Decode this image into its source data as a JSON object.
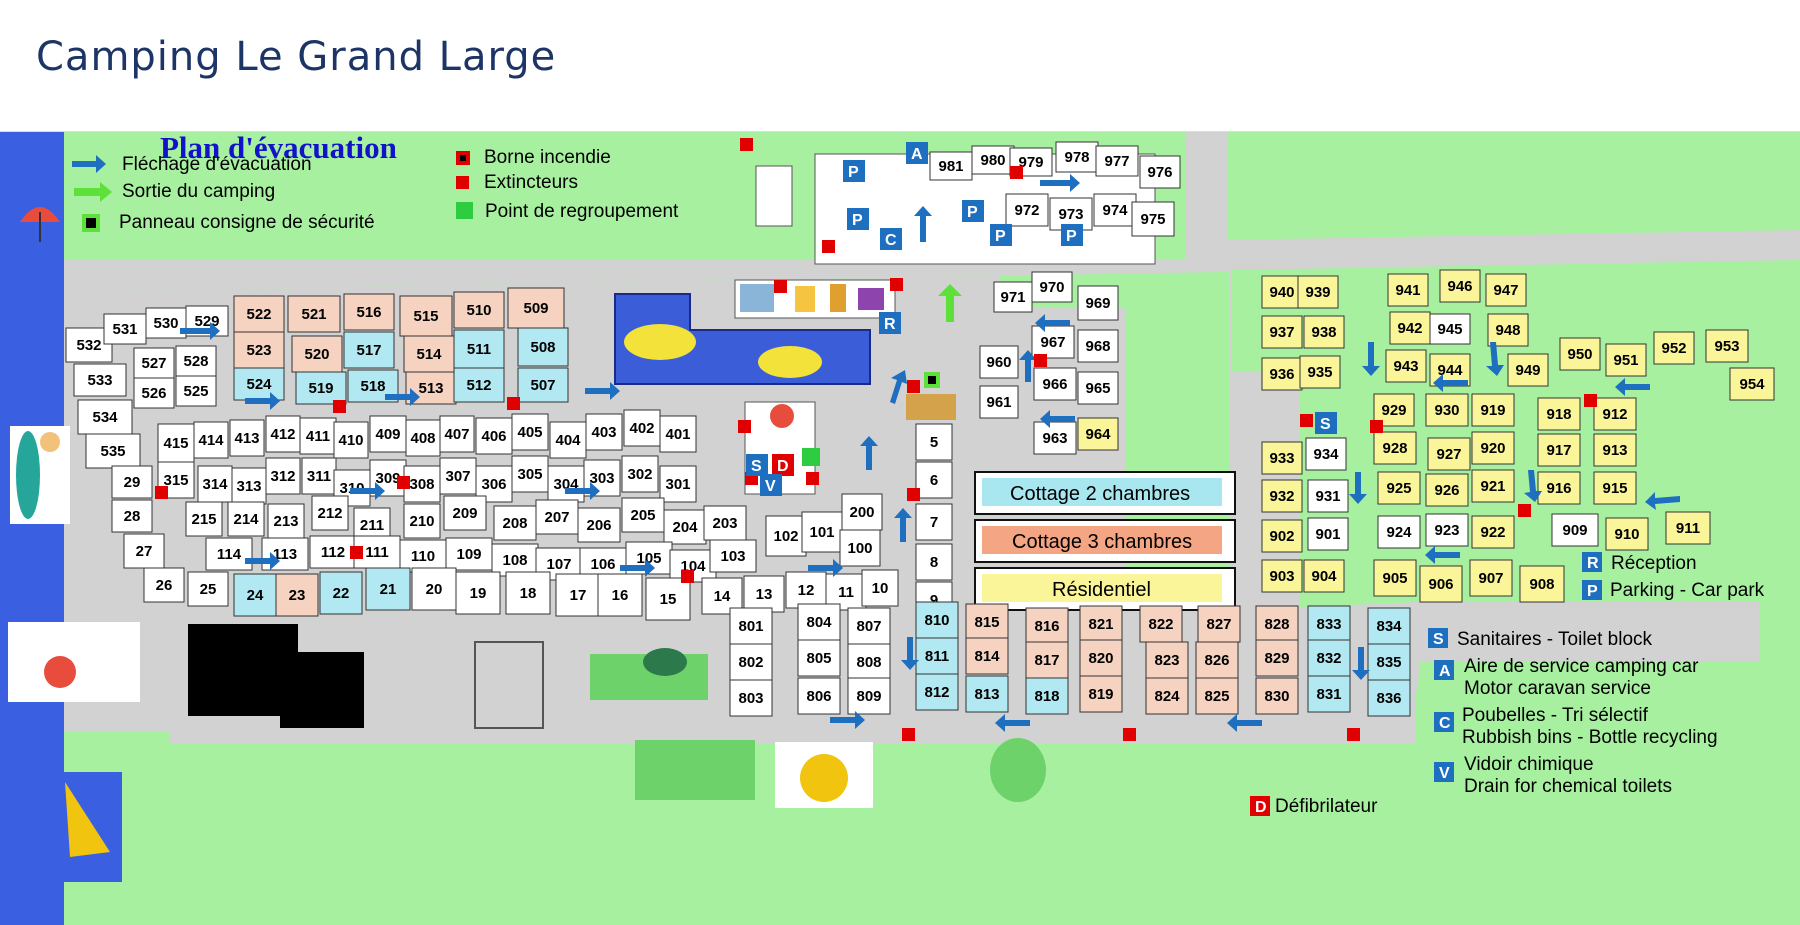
{
  "header": {
    "title": "Camping Le Grand Large"
  },
  "legend": {
    "title": "Plan d'évacuation",
    "items_left": [
      {
        "label": "Fléchage d'évacuation",
        "icon": "blue-arrow-icon"
      },
      {
        "label": "Sortie du camping",
        "icon": "green-arrow-icon"
      },
      {
        "label": "Panneau consigne de sécurité",
        "icon": "security-sign-icon"
      }
    ],
    "items_right": [
      {
        "label": "Borne incendie",
        "icon": "fire-hydrant-icon"
      },
      {
        "label": "Extincteurs",
        "icon": "extinguisher-icon"
      },
      {
        "label": "Point de regroupement",
        "icon": "assembly-point-icon"
      }
    ]
  },
  "categories": [
    {
      "label": "Cottage 2 chambres",
      "color": "#a8e6f0"
    },
    {
      "label": "Cottage 3 chambres",
      "color": "#f4a583"
    },
    {
      "label": "Résidentiel",
      "color": "#fbf59a"
    }
  ],
  "services": [
    {
      "letter": "R",
      "label": "Réception"
    },
    {
      "letter": "P",
      "label": "Parking - Car park"
    },
    {
      "letter": "S",
      "label": "Sanitaires - Toilet block"
    },
    {
      "letter": "A",
      "label": "Aire de service camping car",
      "label2": "Motor caravan service"
    },
    {
      "letter": "C",
      "label": "Poubelles - Tri sélectif",
      "label2": "Rubbish bins - Bottle recycling"
    },
    {
      "letter": "V",
      "label": "Vidoir chimique",
      "label2": "Drain for chemical toilets"
    },
    {
      "letter": "D",
      "label": "Défibrilateur"
    }
  ],
  "colors": {
    "grass": "#a7f0a0",
    "road": "#d2d2d2",
    "sea": "#3a5fe0",
    "pool": "#3b5ed8",
    "cottage2": "#b2e8f2",
    "cottage3": "#f5d3c0",
    "residential": "#fbf59a",
    "service_blue": "#1e6fc0",
    "hydrant_red": "#e00000",
    "arrow_blue": "#1e6fc0",
    "arrow_green": "#5ee03a"
  },
  "pitches": [
    {
      "n": "532",
      "c": "w"
    },
    {
      "n": "531",
      "c": "w"
    },
    {
      "n": "530",
      "c": "w"
    },
    {
      "n": "529",
      "c": "w"
    },
    {
      "n": "533",
      "c": "w"
    },
    {
      "n": "534",
      "c": "w"
    },
    {
      "n": "535",
      "c": "w"
    },
    {
      "n": "527",
      "c": "w"
    },
    {
      "n": "528",
      "c": "w"
    },
    {
      "n": "526",
      "c": "w"
    },
    {
      "n": "525",
      "c": "w"
    },
    {
      "n": "522",
      "c": "o"
    },
    {
      "n": "521",
      "c": "o"
    },
    {
      "n": "516",
      "c": "o"
    },
    {
      "n": "515",
      "c": "o"
    },
    {
      "n": "510",
      "c": "o"
    },
    {
      "n": "509",
      "c": "o"
    },
    {
      "n": "523",
      "c": "o"
    },
    {
      "n": "520",
      "c": "o"
    },
    {
      "n": "517",
      "c": "b"
    },
    {
      "n": "514",
      "c": "o"
    },
    {
      "n": "511",
      "c": "b"
    },
    {
      "n": "508",
      "c": "b"
    },
    {
      "n": "524",
      "c": "b"
    },
    {
      "n": "519",
      "c": "b"
    },
    {
      "n": "518",
      "c": "b"
    },
    {
      "n": "513",
      "c": "o"
    },
    {
      "n": "512",
      "c": "b"
    },
    {
      "n": "507",
      "c": "b"
    },
    {
      "n": "415",
      "c": "w"
    },
    {
      "n": "414",
      "c": "w"
    },
    {
      "n": "413",
      "c": "w"
    },
    {
      "n": "412",
      "c": "w"
    },
    {
      "n": "411",
      "c": "w"
    },
    {
      "n": "410",
      "c": "w"
    },
    {
      "n": "409",
      "c": "w"
    },
    {
      "n": "408",
      "c": "w"
    },
    {
      "n": "407",
      "c": "w"
    },
    {
      "n": "406",
      "c": "w"
    },
    {
      "n": "405",
      "c": "w"
    },
    {
      "n": "404",
      "c": "w"
    },
    {
      "n": "403",
      "c": "w"
    },
    {
      "n": "402",
      "c": "w"
    },
    {
      "n": "401",
      "c": "w"
    },
    {
      "n": "315",
      "c": "w"
    },
    {
      "n": "314",
      "c": "w"
    },
    {
      "n": "313",
      "c": "w"
    },
    {
      "n": "312",
      "c": "w"
    },
    {
      "n": "311",
      "c": "w"
    },
    {
      "n": "310",
      "c": "w"
    },
    {
      "n": "309",
      "c": "w"
    },
    {
      "n": "308",
      "c": "w"
    },
    {
      "n": "307",
      "c": "w"
    },
    {
      "n": "306",
      "c": "w"
    },
    {
      "n": "305",
      "c": "w"
    },
    {
      "n": "304",
      "c": "w"
    },
    {
      "n": "303",
      "c": "w"
    },
    {
      "n": "302",
      "c": "w"
    },
    {
      "n": "301",
      "c": "w"
    },
    {
      "n": "29",
      "c": "w"
    },
    {
      "n": "28",
      "c": "w"
    },
    {
      "n": "27",
      "c": "w"
    },
    {
      "n": "26",
      "c": "w"
    },
    {
      "n": "25",
      "c": "w"
    },
    {
      "n": "215",
      "c": "w"
    },
    {
      "n": "214",
      "c": "w"
    },
    {
      "n": "213",
      "c": "w"
    },
    {
      "n": "212",
      "c": "w"
    },
    {
      "n": "211",
      "c": "w"
    },
    {
      "n": "210",
      "c": "w"
    },
    {
      "n": "209",
      "c": "w"
    },
    {
      "n": "208",
      "c": "w"
    },
    {
      "n": "207",
      "c": "w"
    },
    {
      "n": "206",
      "c": "w"
    },
    {
      "n": "205",
      "c": "w"
    },
    {
      "n": "204",
      "c": "w"
    },
    {
      "n": "203",
      "c": "w"
    },
    {
      "n": "114",
      "c": "w"
    },
    {
      "n": "113",
      "c": "w"
    },
    {
      "n": "112",
      "c": "w"
    },
    {
      "n": "111",
      "c": "w"
    },
    {
      "n": "110",
      "c": "w"
    },
    {
      "n": "109",
      "c": "w"
    },
    {
      "n": "108",
      "c": "w"
    },
    {
      "n": "107",
      "c": "w"
    },
    {
      "n": "106",
      "c": "w"
    },
    {
      "n": "105",
      "c": "w"
    },
    {
      "n": "104",
      "c": "w"
    },
    {
      "n": "103",
      "c": "w"
    },
    {
      "n": "24",
      "c": "b"
    },
    {
      "n": "23",
      "c": "o"
    },
    {
      "n": "22",
      "c": "b"
    },
    {
      "n": "21",
      "c": "b"
    },
    {
      "n": "20",
      "c": "w"
    },
    {
      "n": "19",
      "c": "w"
    },
    {
      "n": "18",
      "c": "w"
    },
    {
      "n": "17",
      "c": "w"
    },
    {
      "n": "16",
      "c": "w"
    },
    {
      "n": "15",
      "c": "w"
    },
    {
      "n": "102",
      "c": "w"
    },
    {
      "n": "101",
      "c": "w"
    },
    {
      "n": "100",
      "c": "w"
    },
    {
      "n": "200",
      "c": "w"
    },
    {
      "n": "14",
      "c": "w"
    },
    {
      "n": "13",
      "c": "w"
    },
    {
      "n": "12",
      "c": "w"
    },
    {
      "n": "11",
      "c": "w"
    },
    {
      "n": "10",
      "c": "w"
    },
    {
      "n": "5",
      "c": "w"
    },
    {
      "n": "6",
      "c": "w"
    },
    {
      "n": "7",
      "c": "w"
    },
    {
      "n": "8",
      "c": "w"
    },
    {
      "n": "9",
      "c": "w"
    },
    {
      "n": "801",
      "c": "w"
    },
    {
      "n": "802",
      "c": "w"
    },
    {
      "n": "803",
      "c": "w"
    },
    {
      "n": "804",
      "c": "w"
    },
    {
      "n": "805",
      "c": "w"
    },
    {
      "n": "806",
      "c": "w"
    },
    {
      "n": "807",
      "c": "w"
    },
    {
      "n": "808",
      "c": "w"
    },
    {
      "n": "809",
      "c": "w"
    },
    {
      "n": "810",
      "c": "b"
    },
    {
      "n": "811",
      "c": "b"
    },
    {
      "n": "812",
      "c": "b"
    },
    {
      "n": "815",
      "c": "o"
    },
    {
      "n": "814",
      "c": "o"
    },
    {
      "n": "813",
      "c": "b"
    },
    {
      "n": "816",
      "c": "o"
    },
    {
      "n": "817",
      "c": "o"
    },
    {
      "n": "818",
      "c": "b"
    },
    {
      "n": "821",
      "c": "o"
    },
    {
      "n": "820",
      "c": "o"
    },
    {
      "n": "819",
      "c": "o"
    },
    {
      "n": "822",
      "c": "o"
    },
    {
      "n": "823",
      "c": "o"
    },
    {
      "n": "824",
      "c": "o"
    },
    {
      "n": "827",
      "c": "o"
    },
    {
      "n": "826",
      "c": "o"
    },
    {
      "n": "825",
      "c": "o"
    },
    {
      "n": "828",
      "c": "o"
    },
    {
      "n": "829",
      "c": "o"
    },
    {
      "n": "830",
      "c": "o"
    },
    {
      "n": "833",
      "c": "b"
    },
    {
      "n": "832",
      "c": "b"
    },
    {
      "n": "831",
      "c": "b"
    },
    {
      "n": "834",
      "c": "b"
    },
    {
      "n": "835",
      "c": "b"
    },
    {
      "n": "836",
      "c": "b"
    },
    {
      "n": "981",
      "c": "w"
    },
    {
      "n": "980",
      "c": "w"
    },
    {
      "n": "979",
      "c": "w"
    },
    {
      "n": "978",
      "c": "w"
    },
    {
      "n": "977",
      "c": "w"
    },
    {
      "n": "976",
      "c": "w"
    },
    {
      "n": "972",
      "c": "w"
    },
    {
      "n": "973",
      "c": "w"
    },
    {
      "n": "974",
      "c": "w"
    },
    {
      "n": "975",
      "c": "w"
    },
    {
      "n": "971",
      "c": "w"
    },
    {
      "n": "970",
      "c": "w"
    },
    {
      "n": "969",
      "c": "w"
    },
    {
      "n": "967",
      "c": "w"
    },
    {
      "n": "968",
      "c": "w"
    },
    {
      "n": "960",
      "c": "w"
    },
    {
      "n": "961",
      "c": "w"
    },
    {
      "n": "966",
      "c": "w"
    },
    {
      "n": "965",
      "c": "w"
    },
    {
      "n": "963",
      "c": "w"
    },
    {
      "n": "964",
      "c": "y"
    },
    {
      "n": "940",
      "c": "y"
    },
    {
      "n": "939",
      "c": "y"
    },
    {
      "n": "937",
      "c": "y"
    },
    {
      "n": "938",
      "c": "y"
    },
    {
      "n": "936",
      "c": "y"
    },
    {
      "n": "935",
      "c": "y"
    },
    {
      "n": "941",
      "c": "y"
    },
    {
      "n": "946",
      "c": "y"
    },
    {
      "n": "947",
      "c": "y"
    },
    {
      "n": "942",
      "c": "y"
    },
    {
      "n": "945",
      "c": "w"
    },
    {
      "n": "948",
      "c": "y"
    },
    {
      "n": "943",
      "c": "y"
    },
    {
      "n": "944",
      "c": "y"
    },
    {
      "n": "949",
      "c": "y"
    },
    {
      "n": "950",
      "c": "y"
    },
    {
      "n": "951",
      "c": "y"
    },
    {
      "n": "952",
      "c": "y"
    },
    {
      "n": "953",
      "c": "y"
    },
    {
      "n": "954",
      "c": "y"
    },
    {
      "n": "934",
      "c": "w"
    },
    {
      "n": "933",
      "c": "y"
    },
    {
      "n": "932",
      "c": "y"
    },
    {
      "n": "931",
      "c": "w"
    },
    {
      "n": "902",
      "c": "y"
    },
    {
      "n": "901",
      "c": "w"
    },
    {
      "n": "903",
      "c": "y"
    },
    {
      "n": "904",
      "c": "y"
    },
    {
      "n": "929",
      "c": "y"
    },
    {
      "n": "930",
      "c": "y"
    },
    {
      "n": "919",
      "c": "y"
    },
    {
      "n": "928",
      "c": "y"
    },
    {
      "n": "927",
      "c": "y"
    },
    {
      "n": "920",
      "c": "y"
    },
    {
      "n": "925",
      "c": "y"
    },
    {
      "n": "926",
      "c": "y"
    },
    {
      "n": "921",
      "c": "y"
    },
    {
      "n": "924",
      "c": "w"
    },
    {
      "n": "923",
      "c": "w"
    },
    {
      "n": "922",
      "c": "y"
    },
    {
      "n": "918",
      "c": "y"
    },
    {
      "n": "912",
      "c": "y"
    },
    {
      "n": "917",
      "c": "y"
    },
    {
      "n": "913",
      "c": "y"
    },
    {
      "n": "916",
      "c": "y"
    },
    {
      "n": "915",
      "c": "y"
    },
    {
      "n": "909",
      "c": "w"
    },
    {
      "n": "910",
      "c": "y"
    },
    {
      "n": "911",
      "c": "y"
    },
    {
      "n": "905",
      "c": "y"
    },
    {
      "n": "906",
      "c": "y"
    },
    {
      "n": "907",
      "c": "y"
    },
    {
      "n": "908",
      "c": "y"
    }
  ]
}
